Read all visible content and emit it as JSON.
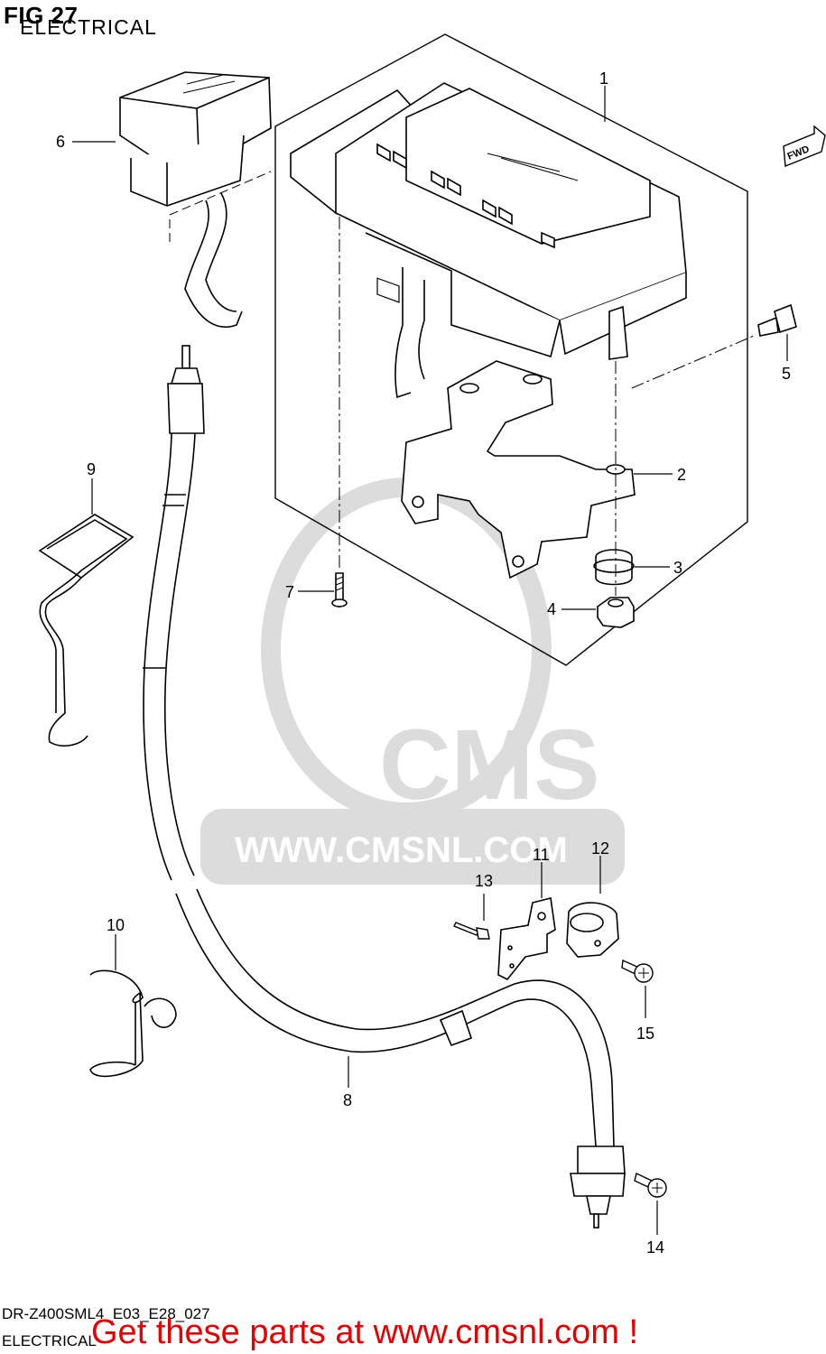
{
  "header": {
    "fig_label": "FIG 27",
    "fig_title": "ELECTRICAL"
  },
  "direction_badge": "FWD",
  "callouts": [
    {
      "id": "1",
      "label": "1"
    },
    {
      "id": "2",
      "label": "2"
    },
    {
      "id": "3",
      "label": "3"
    },
    {
      "id": "4",
      "label": "4"
    },
    {
      "id": "5",
      "label": "5"
    },
    {
      "id": "6",
      "label": "6"
    },
    {
      "id": "7",
      "label": "7"
    },
    {
      "id": "8",
      "label": "8"
    },
    {
      "id": "9",
      "label": "9"
    },
    {
      "id": "10",
      "label": "10"
    },
    {
      "id": "11",
      "label": "11"
    },
    {
      "id": "12",
      "label": "12"
    },
    {
      "id": "13",
      "label": "13"
    },
    {
      "id": "14",
      "label": "14"
    },
    {
      "id": "15",
      "label": "15"
    }
  ],
  "watermark": {
    "brand": "CMS",
    "url": "WWW.CMSNL.COM"
  },
  "footer": {
    "model_code": "DR-Z400SML4_E03_E28_027",
    "section": "ELECTRICAL",
    "promo": "Get these parts at www.cmsnl.com !"
  },
  "colors": {
    "line": "#000000",
    "promo": "#e60000",
    "watermark": "#d0d0d0"
  }
}
